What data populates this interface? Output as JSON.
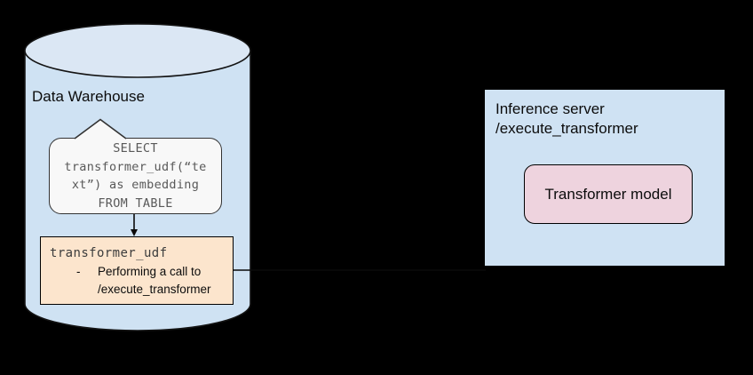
{
  "diagram": {
    "background_color": "#000000",
    "warehouse": {
      "label": "Data Warehouse",
      "body_fill": "#cfe2f3",
      "top_fill": "#dbe7f4",
      "query_callout": {
        "fill": "#f8f8f8",
        "lines": {
          "l1": "SELECT",
          "l2": "transformer_udf(“te",
          "l3": "xt”) as embedding",
          "l4": "FROM TABLE"
        }
      },
      "udf_box": {
        "fill": "#fce5cd",
        "title": "transformer_udf",
        "bullet_dash": "-",
        "bullet_line1": "Performing a call to",
        "bullet_line2": "/execute_transformer"
      }
    },
    "inference_server": {
      "fill": "#cfe2f3",
      "title_line1": "Inference server",
      "title_line2": "/execute_transformer",
      "model_box": {
        "fill": "#eed3de",
        "label": "Transformer model"
      }
    }
  }
}
